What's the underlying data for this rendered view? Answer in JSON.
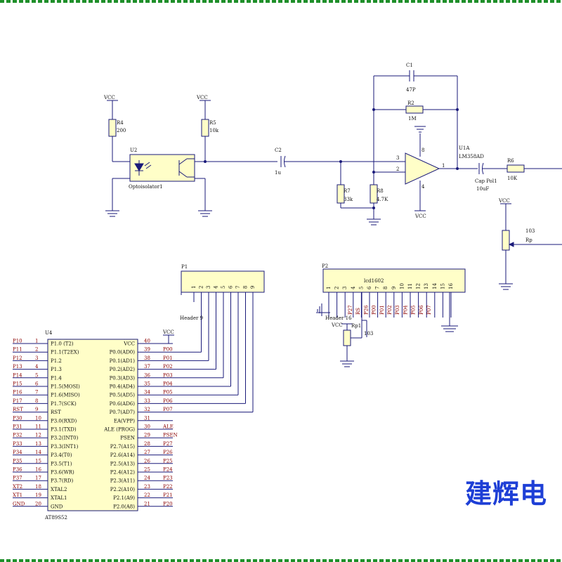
{
  "components": {
    "vcc": "VCC",
    "r4": {
      "ref": "R4",
      "value": "200"
    },
    "r5": {
      "ref": "R5",
      "value": "10k"
    },
    "u2": {
      "ref": "U2",
      "value": "Optoisolator1"
    },
    "c2": {
      "ref": "C2",
      "value": "1u"
    },
    "c1": {
      "ref": "C1",
      "value": "47P"
    },
    "r2": {
      "ref": "R2",
      "value": "1M"
    },
    "r7": {
      "ref": "R7",
      "value": "33k"
    },
    "r8": {
      "ref": "R8",
      "value": "4.7K"
    },
    "u1a": {
      "ref": "U1A",
      "value": "LM358AD"
    },
    "cap_pol": {
      "name": "Cap Pol1",
      "value": "10uF"
    },
    "r6": {
      "ref": "R6",
      "value": "10K"
    },
    "rp": {
      "ref": "Rp",
      "value": "103"
    },
    "p1": {
      "ref": "P1",
      "value": "Header 9"
    },
    "p2": {
      "ref": "P2",
      "value": "lcd1602",
      "header": "Header 16"
    },
    "rp1": {
      "ref": "Rp1",
      "value": "103"
    },
    "u4": {
      "ref": "U4",
      "value": "AT89S52"
    },
    "opamp_pins": [
      "3",
      "2",
      "1",
      "8",
      "4"
    ]
  },
  "mcu": {
    "left_nets": [
      "P10",
      "P11",
      "P12",
      "P13",
      "P14",
      "P15",
      "P16",
      "P17",
      "RST",
      "P30",
      "P31",
      "P32",
      "P33",
      "P34",
      "P35",
      "P36",
      "P37",
      "XT2",
      "XT1",
      "GND"
    ],
    "left_pins": [
      "1",
      "2",
      "3",
      "4",
      "5",
      "6",
      "7",
      "8",
      "9",
      "10",
      "11",
      "12",
      "13",
      "14",
      "15",
      "16",
      "17",
      "18",
      "19",
      "20"
    ],
    "left_funcs": [
      "P1.0 (T2)",
      "P1.1(T2EX)",
      "P1.2",
      "P1.3",
      "P1.4",
      "P1.5(MOSI)",
      "P1.6(MISO)",
      "P1.7(SCK)",
      "RST",
      "P3.0(RXD)",
      "P3.1(TXD)",
      "P3.2(INT0)",
      "P3.3(INT1)",
      "P3.4(T0)",
      "P3.5(T1)",
      "P3.6(WR)",
      "P3.7(RD)",
      "XTAL2",
      "XTAL1",
      "GND"
    ],
    "right_funcs": [
      "VCC",
      "P0.0(AD0)",
      "P0.1(AD1)",
      "P0.2(AD2)",
      "P0.3(AD3)",
      "P0.4(AD4)",
      "P0.5(AD5)",
      "P0.6(AD6)",
      "P0.7(AD7)",
      "EA(VPP)",
      "ALE (PROG)",
      "PSEN",
      "P2.7(A15)",
      "P2.6(A14)",
      "P2.5(A13)",
      "P2.4(A12)",
      "P2.3(A11)",
      "P2.2(A10)",
      "P2.1(A9)",
      "P2.0(A8)"
    ],
    "right_pins": [
      "40",
      "39",
      "38",
      "37",
      "36",
      "35",
      "34",
      "33",
      "32",
      "31",
      "30",
      "29",
      "28",
      "27",
      "26",
      "25",
      "24",
      "23",
      "22",
      "21"
    ],
    "right_nets": [
      "",
      "P00",
      "P01",
      "P02",
      "P03",
      "P04",
      "P05",
      "P06",
      "P07",
      "",
      "ALE",
      "PSEN",
      "P27",
      "P26",
      "P25",
      "P24",
      "P23",
      "P22",
      "P21",
      "P20"
    ]
  },
  "header9_pins": [
    "1",
    "2",
    "3",
    "4",
    "5",
    "6",
    "7",
    "8",
    "9"
  ],
  "lcd_pins": [
    "1",
    "2",
    "3",
    "4",
    "5",
    "6",
    "7",
    "8",
    "9",
    "10",
    "11",
    "12",
    "13",
    "14",
    "15",
    "16"
  ],
  "lcd_nets": [
    "P27",
    "RS",
    "P26",
    "P00",
    "P01",
    "P02",
    "P03",
    "P04",
    "P05",
    "P06",
    "P07"
  ],
  "brand_text": "建辉电",
  "colors": {
    "wire": "#1a1a7a",
    "chip_fill": "#fffec8",
    "net_label": "#8b0000",
    "brand": "#1e3fd6",
    "border": "#1f8f2a"
  }
}
